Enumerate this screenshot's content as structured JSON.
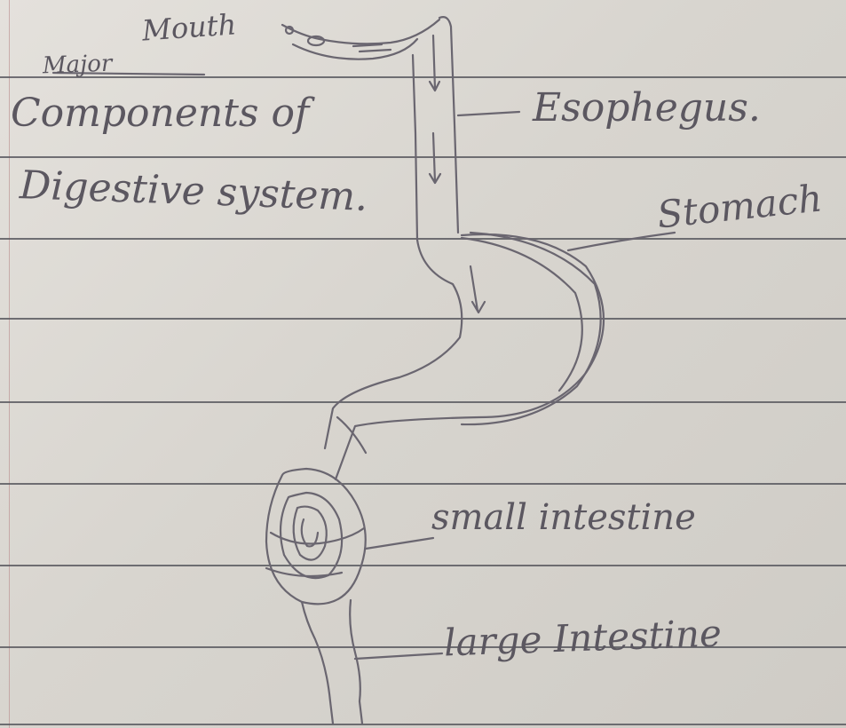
{
  "labels": {
    "mouth": "Mouth",
    "title_line1": "Major",
    "title_line2": "Components of",
    "title_line3": "Digestive system.",
    "esophagus": "Esophegus.",
    "stomach": "Stomach",
    "small_intestine": "small intestine",
    "large_intestine": "large Intestine"
  },
  "colors": {
    "paper": "#dedbd6",
    "rule": "#5a5a60",
    "pencil": "#6a6670",
    "ink": "#5b5760"
  }
}
